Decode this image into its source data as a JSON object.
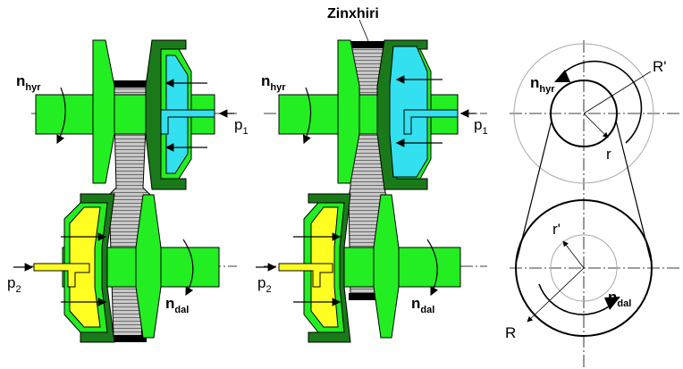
{
  "labels": {
    "belt": "Zinxhiri",
    "n_hyr_main": "n",
    "n_hyr_sub": "hyr",
    "n_dal_main": "n",
    "n_dal_sub": "dal",
    "p1_main": "p",
    "p1_sub": "1",
    "p2_main": "p",
    "p2_sub": "2",
    "R_prime": "R'",
    "r": "r",
    "r_prime": "r'",
    "R": "R"
  },
  "colors": {
    "green": "#22ee22",
    "dark_green": "#1a7a1a",
    "cyan": "#33e0f0",
    "yellow": "#ffff22",
    "gray": "#c0c0c0",
    "black": "#000000"
  }
}
